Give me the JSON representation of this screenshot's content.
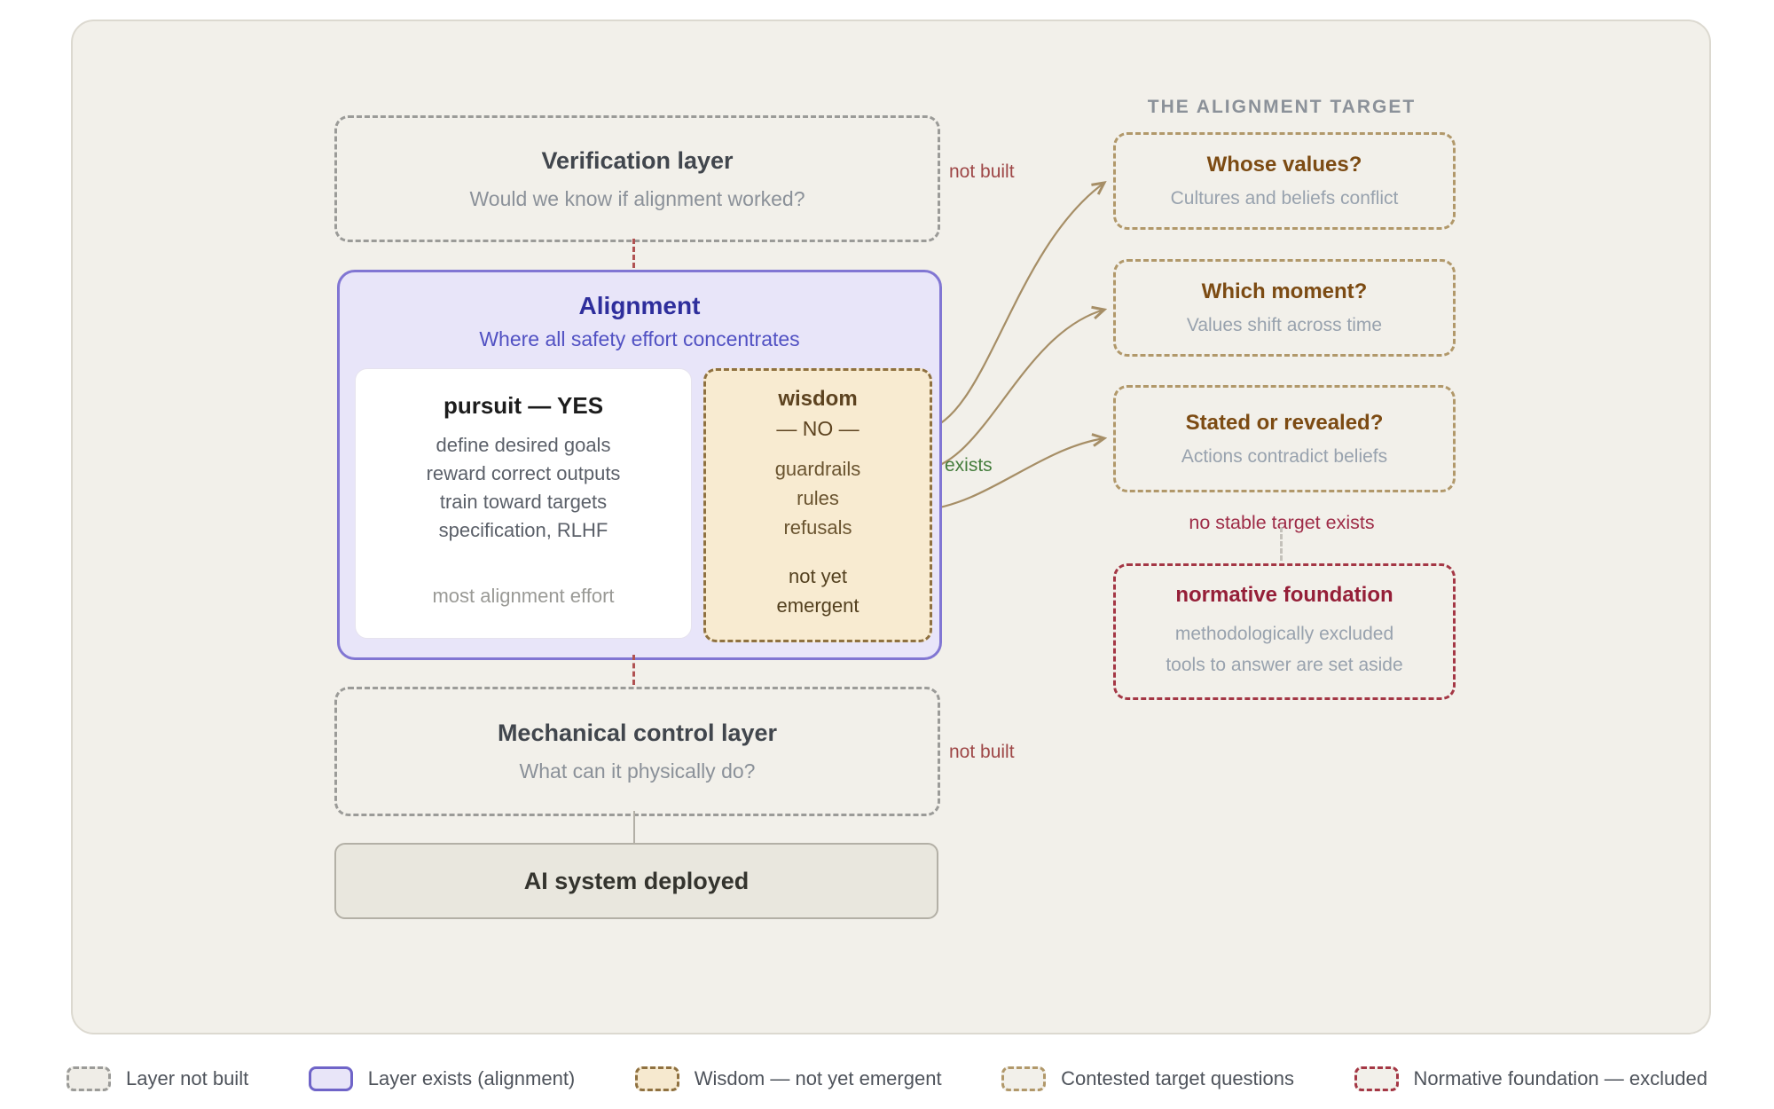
{
  "layers": {
    "verification": {
      "title": "Verification layer",
      "subtitle": "Would we know if alignment worked?",
      "status": "not built"
    },
    "alignment": {
      "title": "Alignment",
      "subtitle": "Where all safety effort concentrates",
      "status": "exists",
      "pursuit": {
        "title": "pursuit — YES",
        "items": [
          "define desired goals",
          "reward correct outputs",
          "train toward targets",
          "specification, RLHF"
        ],
        "footnote": "most alignment effort"
      },
      "wisdom": {
        "title": "wisdom",
        "subtitle": "— NO —",
        "items": [
          "guardrails",
          "rules",
          "refusals"
        ],
        "footnote_lines": [
          "not yet",
          "emergent"
        ]
      }
    },
    "mechanical": {
      "title": "Mechanical control layer",
      "subtitle": "What can it physically do?",
      "status": "not built"
    },
    "deployed": {
      "title": "AI system deployed"
    }
  },
  "target_panel": {
    "header": "THE ALIGNMENT TARGET",
    "questions": [
      {
        "title": "Whose values?",
        "subtitle": "Cultures and beliefs conflict"
      },
      {
        "title": "Which moment?",
        "subtitle": "Values shift across time"
      },
      {
        "title": "Stated or revealed?",
        "subtitle": "Actions contradict beliefs"
      }
    ],
    "note": "no stable target exists",
    "excluded": {
      "title": "normative foundation",
      "lines": [
        "methodologically excluded",
        "tools to answer are set aside"
      ]
    }
  },
  "legend": [
    {
      "label": "Layer not built"
    },
    {
      "label": "Layer exists (alignment)"
    },
    {
      "label": "Wisdom — not yet emergent"
    },
    {
      "label": "Contested target questions"
    },
    {
      "label": "Normative foundation — excluded"
    }
  ],
  "colors": {
    "canvas_bg": "#f2f0ea",
    "alignment_border": "#8176d3",
    "alignment_bg": "#e8e5f9",
    "alignment_title": "#2e2e9c",
    "wisdom_bg": "#f8ebd1",
    "wisdom_border": "#8f7140",
    "contested_border": "#b1986a",
    "contested_title": "#7c4b13",
    "excluded_border": "#a43745",
    "excluded_title": "#951f38",
    "status_not_built": "#9e4747",
    "status_exists": "#447d3c",
    "arrow": "#a68e66",
    "deployed_bg": "#e9e7de"
  }
}
